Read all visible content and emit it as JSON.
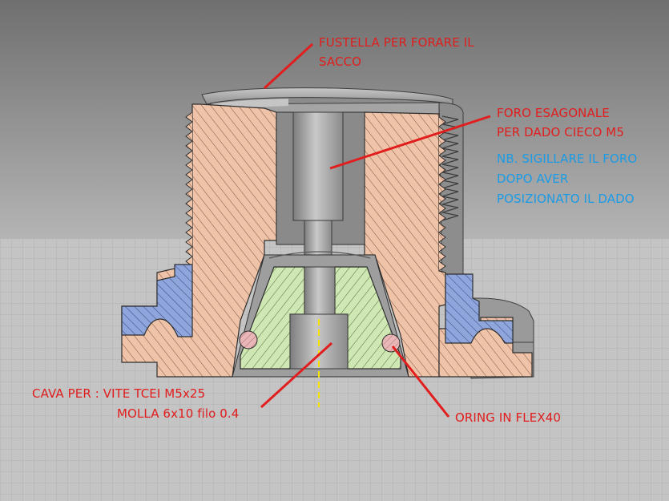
{
  "colors": {
    "sky_top": "#6f6f6f",
    "sky_bottom": "#b5b5b5",
    "floor": "#c4c4c4",
    "copper": "#efc3a7",
    "copper_hatch": "#7d5444",
    "green": "#cfe7b2",
    "green_hatch": "#536b3d",
    "blue": "#8fa6dc",
    "blue_hatch": "#33427a",
    "oring": "#e9b7b7",
    "leader_red": "#e11d1d",
    "note_blue": "#1a9be6",
    "axis_yellow": "#f5e200"
  },
  "annotations": {
    "fustella": [
      "FUSTELLA PER FORARE IL",
      "SACCO"
    ],
    "foro": [
      "FORO ESAGONALE",
      "PER DADO CIECO M5"
    ],
    "nota": [
      "NB. SIGILLARE IL FORO",
      "DOPO AVER",
      "POSIZIONATO IL DADO"
    ],
    "cava": [
      "CAVA PER :  VITE TCEI M5x25",
      "MOLLA 6x10 filo 0.4"
    ],
    "oring": "ORING IN FLEX40"
  }
}
